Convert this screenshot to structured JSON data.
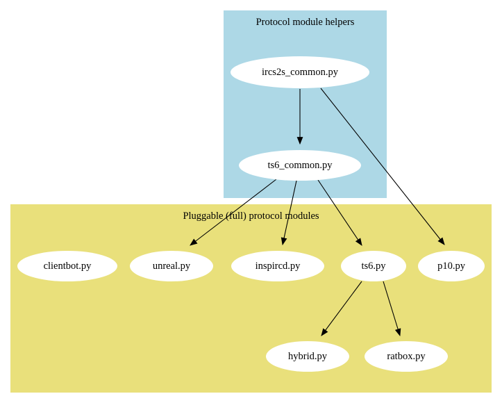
{
  "diagram": {
    "clusters": [
      {
        "id": "helpers",
        "label": "Protocol module helpers",
        "bg": "#add8e6"
      },
      {
        "id": "modules",
        "label": "Pluggable (full) protocol modules",
        "bg": "#e9e07b"
      }
    ],
    "nodes": [
      {
        "id": "ircs2s_common",
        "label": "ircs2s_common.py",
        "cluster": "helpers"
      },
      {
        "id": "ts6_common",
        "label": "ts6_common.py",
        "cluster": "helpers"
      },
      {
        "id": "clientbot",
        "label": "clientbot.py",
        "cluster": "modules"
      },
      {
        "id": "unreal",
        "label": "unreal.py",
        "cluster": "modules"
      },
      {
        "id": "inspircd",
        "label": "inspircd.py",
        "cluster": "modules"
      },
      {
        "id": "ts6",
        "label": "ts6.py",
        "cluster": "modules"
      },
      {
        "id": "p10",
        "label": "p10.py",
        "cluster": "modules"
      },
      {
        "id": "hybrid",
        "label": "hybrid.py",
        "cluster": "modules"
      },
      {
        "id": "ratbox",
        "label": "ratbox.py",
        "cluster": "modules"
      }
    ],
    "edges": [
      {
        "from": "ircs2s_common.py",
        "to": "ts6_common.py"
      },
      {
        "from": "ircs2s_common.py",
        "to": "p10.py"
      },
      {
        "from": "ts6_common.py",
        "to": "unreal.py"
      },
      {
        "from": "ts6_common.py",
        "to": "inspircd.py"
      },
      {
        "from": "ts6_common.py",
        "to": "ts6.py"
      },
      {
        "from": "ts6.py",
        "to": "hybrid.py"
      },
      {
        "from": "ts6.py",
        "to": "ratbox.py"
      }
    ],
    "node_fill": "#ffffff",
    "edge_color": "#000000"
  }
}
